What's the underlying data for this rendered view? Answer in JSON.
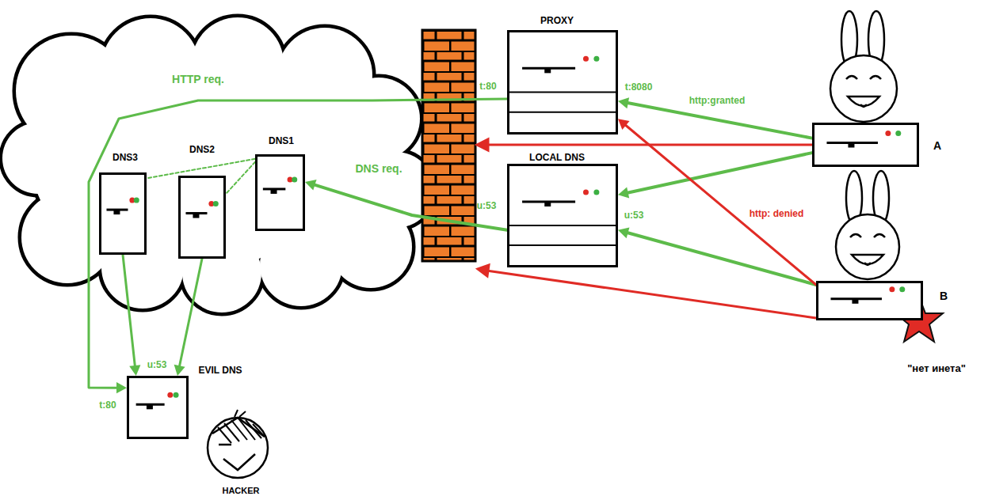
{
  "diagram": {
    "nodes": [
      {
        "text": [
          "DNS3"
        ]
      },
      {
        "text": [
          "DNS2"
        ]
      },
      {
        "text": [
          "DNS1"
        ]
      },
      {
        "text": [
          "PROXY"
        ]
      },
      {
        "text": [
          "LOCAL DNS"
        ]
      },
      {
        "text": [
          "A"
        ]
      },
      {
        "text": [
          "B"
        ]
      },
      {
        "text": [
          "EVIL DNS"
        ]
      }
    ],
    "edges": [
      {
        "from": 5,
        "to": 3,
        "arrow": "to",
        "label": "http:granted"
      },
      {
        "from": 5,
        "to": 4,
        "arrow": "to"
      },
      {
        "from": 6,
        "to": 4,
        "arrow": "to"
      },
      {
        "from": 6,
        "to": 3,
        "arrow": "to",
        "label": "http: denied"
      },
      {
        "from": 3,
        "to": 7,
        "arrow": "to",
        "label": "HTTP req."
      },
      {
        "from": 4,
        "to": 2,
        "arrow": "to",
        "label": "DNS req."
      },
      {
        "from": 2,
        "to": 0,
        "arrow": "none"
      },
      {
        "from": 2,
        "to": 1,
        "arrow": "none"
      },
      {
        "from": 0,
        "to": 7,
        "arrow": "to"
      },
      {
        "from": 1,
        "to": 7,
        "arrow": "to"
      }
    ],
    "labels": [
      "t:80",
      "t:8080",
      "u:53",
      "u:53",
      "u:53",
      "t:80",
      "\"нет инета\"",
      "HACKER"
    ]
  }
}
